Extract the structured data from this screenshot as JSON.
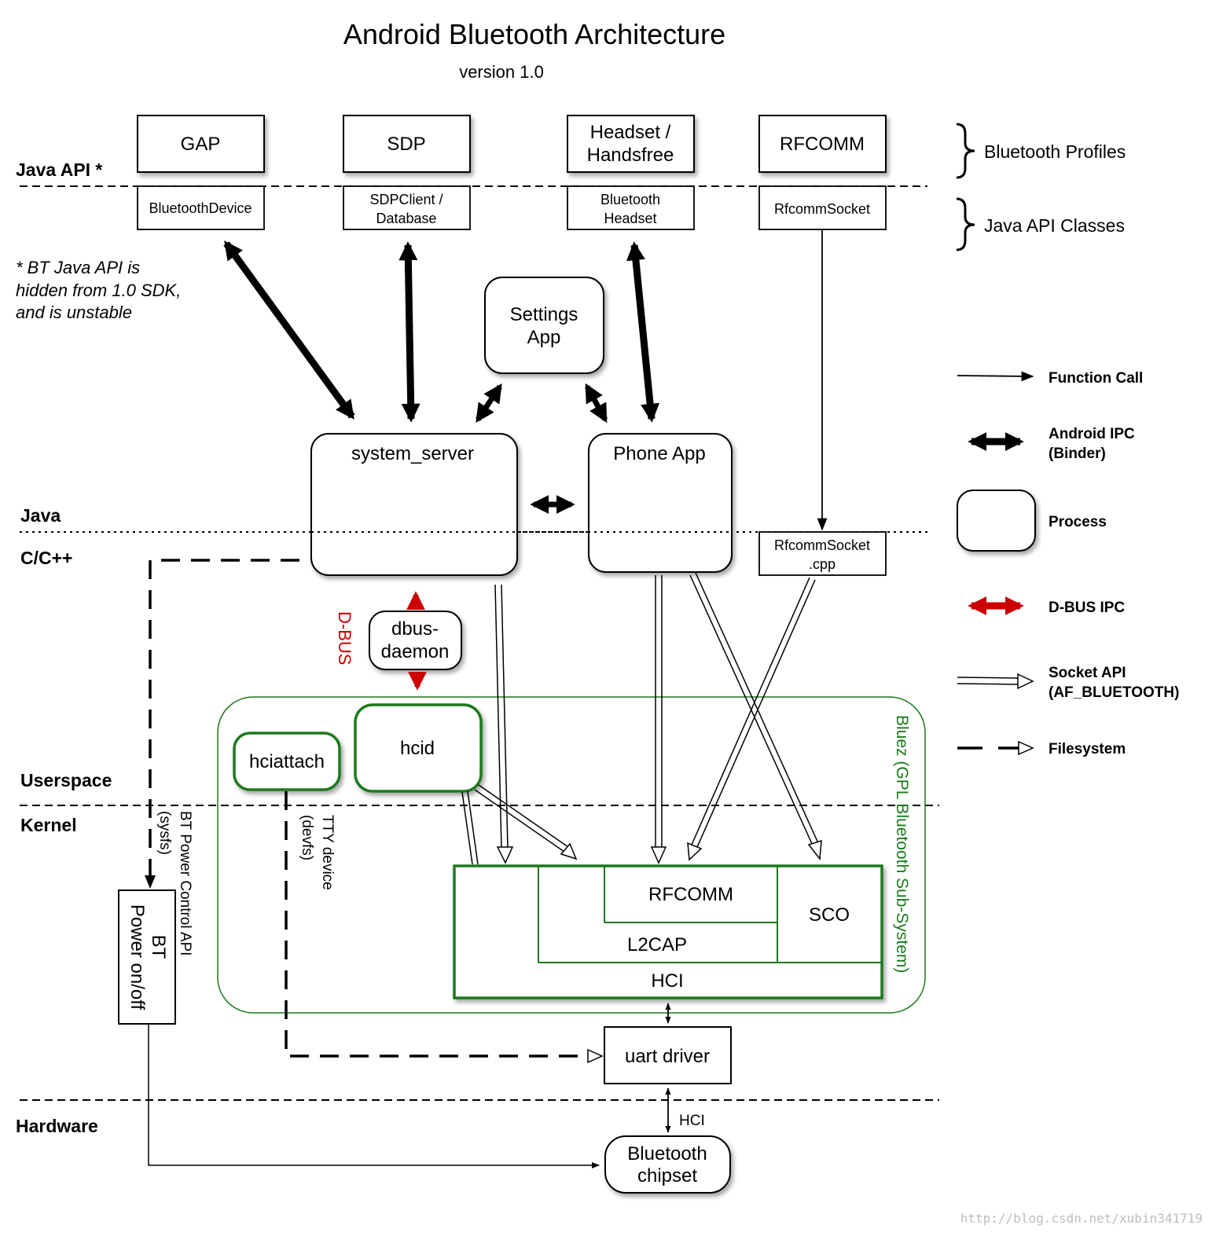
{
  "title": "Android Bluetooth Architecture",
  "version": "version 1.0",
  "layers": {
    "java_api": "Java API *",
    "java": "Java",
    "cpp": "C/C++",
    "userspace": "Userspace",
    "kernel": "Kernel",
    "hardware": "Hardware"
  },
  "note": [
    "* BT Java API is",
    "hidden from 1.0 SDK,",
    "and is unstable"
  ],
  "profiles": {
    "gap": "GAP",
    "sdp": "SDP",
    "headset": [
      "Headset /",
      "Handsfree"
    ],
    "rfcomm": "RFCOMM"
  },
  "api_classes": {
    "bluetooth_device": "BluetoothDevice",
    "sdp_client": [
      "SDPClient /",
      "Database"
    ],
    "bluetooth_headset": [
      "Bluetooth",
      "Headset"
    ],
    "rfcomm_socket": "RfcommSocket"
  },
  "braces": {
    "profiles": "Bluetooth Profiles",
    "api_classes": "Java API Classes"
  },
  "processes": {
    "settings_app": [
      "Settings",
      "App"
    ],
    "system_server": "system_server",
    "phone_app": "Phone App",
    "dbus_daemon": [
      "dbus-",
      "daemon"
    ],
    "hcid": "hcid",
    "hciattach": "hciattach",
    "bluetooth_chipset": [
      "Bluetooth",
      "chipset"
    ]
  },
  "rfcomm_socket_cpp": [
    "RfcommSocket",
    ".cpp"
  ],
  "dbus_label": "D-BUS",
  "bluez_label": "Bluez (GPL Bluetooth Sub-System)",
  "stack": {
    "rfcomm": "RFCOMM",
    "sco": "SCO",
    "l2cap": "L2CAP",
    "hci": "HCI"
  },
  "uart_driver": "uart driver",
  "hci_label": "HCI",
  "bt_power": [
    "BT",
    "Power on/off"
  ],
  "bt_power_api": [
    "BT Power Control API",
    "(sysfs)"
  ],
  "tty_device": [
    "TTY device",
    "(devfs)"
  ],
  "legend": {
    "function_call": "Function Call",
    "android_ipc": [
      "Android IPC",
      "(Binder)"
    ],
    "process": "Process",
    "dbus_ipc": "D-BUS IPC",
    "socket_api": [
      "Socket API",
      "(AF_BLUETOOTH)"
    ],
    "filesystem": "Filesystem"
  },
  "watermark": "http://blog.csdn.net/xubin341719",
  "colors": {
    "ipc": "#000000",
    "dbus": "#cc0000",
    "bluez": "#1a7a1a",
    "line": "#000000"
  }
}
